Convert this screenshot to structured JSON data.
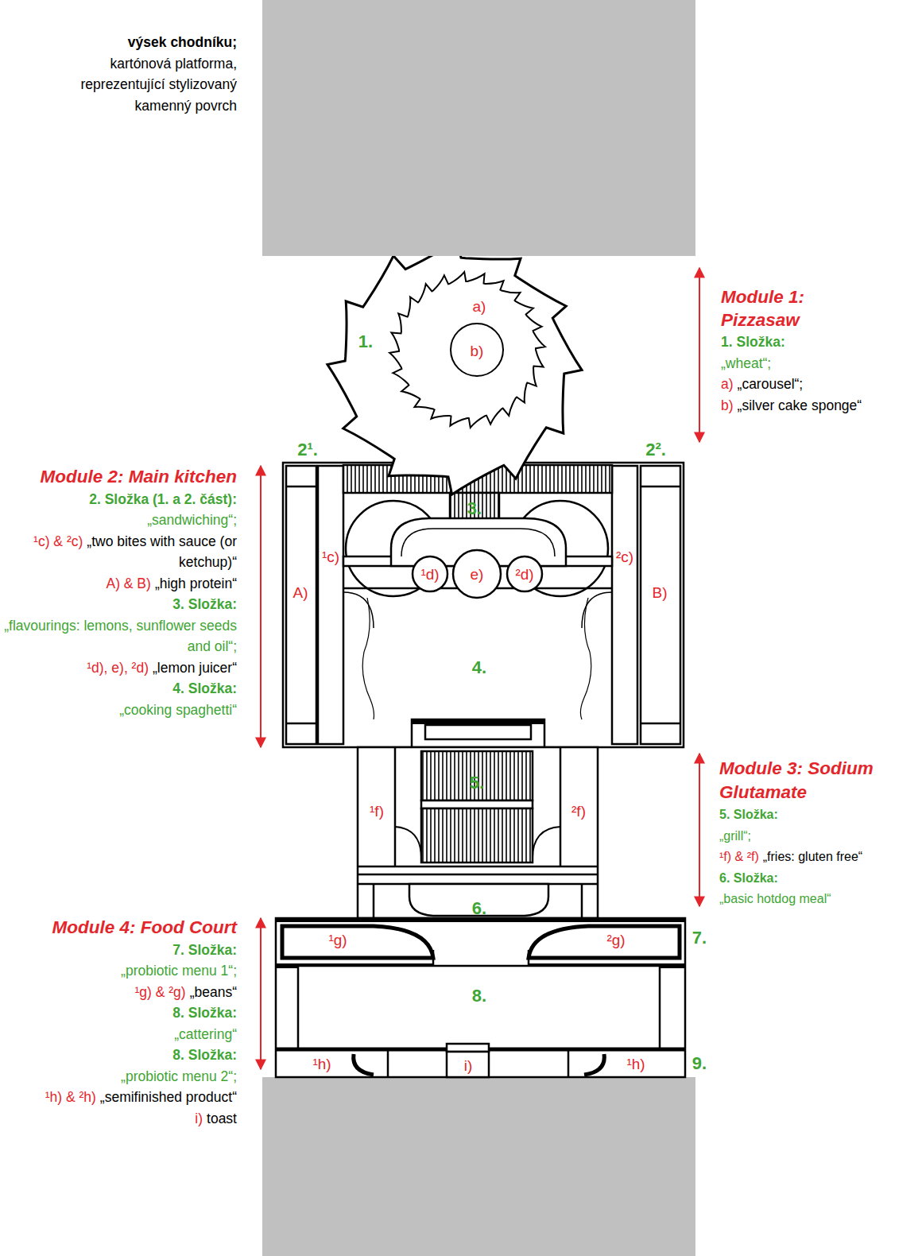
{
  "diagram": {
    "labels": [
      "výsek chodníku;",
      "kartónová platforma, reprezentující stylizovaný kamenný povrch",
      "Module 1: Pizzasaw",
      "1. Složka:",
      "„wheat“;",
      "a)",
      "„carousel“;",
      "b)",
      "„silver cake sponge“",
      "Module 2: Main kitchen",
      "2. Složka (1. a 2. část):",
      "„sandwiching“;",
      "¹c) & ²c)",
      "„two bites with sauce (or ketchup)“",
      "A) & B)",
      "„high protein“",
      "3. Složka:",
      "„flavourings: lemons, sunflower seeds and oil“;",
      "¹d), e), ²d)",
      "„lemon juicer“",
      "4. Složka:",
      "„cooking spaghetti“",
      "Module 3: Sodium Glutamate",
      "5. Složka:",
      "„grill“;",
      "¹f) & ²f)",
      "„fries: gluten free“",
      "6. Složka:",
      "„basic hotdog meal“",
      "Module 4: Food Court",
      "7. Složka:",
      "„probiotic menu 1“;",
      "¹g) & ²g)",
      "„beans“",
      "8. Složka:",
      "„cattering“",
      "8. Složka:",
      "„probiotic menu 2“;",
      "¹h) & ²h)",
      "„semifinished product“",
      "i)",
      "toast",
      "1.",
      "a)",
      "b)",
      "2¹.",
      "2².",
      "3.",
      "¹c)",
      "²c)",
      "A)",
      "B)",
      "¹d)",
      "e)",
      "²d)",
      "4.",
      "5.",
      "¹f)",
      "²f)",
      "6.",
      "7.",
      "¹g)",
      "²g)",
      "8.",
      "¹h)",
      "i)",
      "¹h)",
      "9."
    ]
  }
}
